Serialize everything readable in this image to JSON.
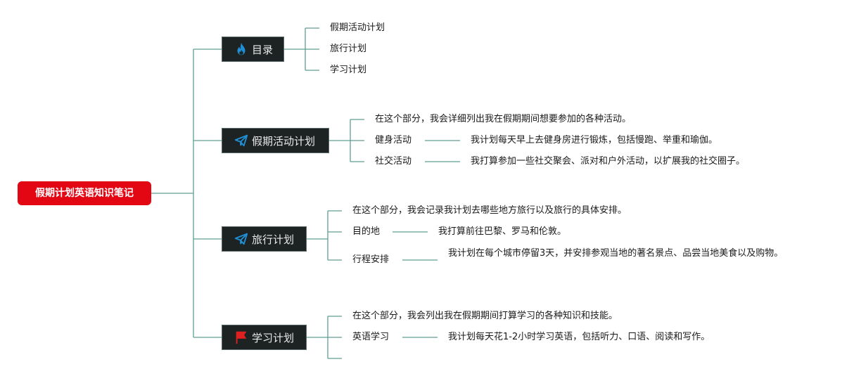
{
  "root": {
    "label": "假期计划英语知识笔记"
  },
  "topics": [
    {
      "label": "目录",
      "icon": "flame-icon",
      "items": [
        "假期活动计划",
        "旅行计划",
        "学习计划"
      ]
    },
    {
      "label": "假期活动计划",
      "icon": "paper-plane-icon",
      "intro": "在这个部分，我会详细列出我在假期期间想要参加的各种活动。",
      "items": [
        {
          "label": "健身活动",
          "detail": "我计划每天早上去健身房进行锻炼，包括慢跑、举重和瑜伽。"
        },
        {
          "label": "社交活动",
          "detail": "我打算参加一些社交聚会、派对和户外活动，以扩展我的社交圈子。"
        }
      ]
    },
    {
      "label": "旅行计划",
      "icon": "paper-plane-icon",
      "intro": "在这个部分，我会记录我计划去哪些地方旅行以及旅行的具体安排。",
      "items": [
        {
          "label": "目的地",
          "detail": "我打算前往巴黎、罗马和伦敦。"
        },
        {
          "label": "行程安排",
          "detail": "我计划在每个城市停留3天，并安排参观当地的著名景点、品尝当地美食以及购物。"
        }
      ]
    },
    {
      "label": "学习计划",
      "icon": "red-flag-icon",
      "intro": "在这个部分，我会列出我在假期期间打算学习的各种知识和技能。",
      "items": [
        {
          "label": "英语学习",
          "detail": "我计划每天花1-2小时学习英语，包括听力、口语、阅读和写作。"
        }
      ]
    }
  ],
  "colors": {
    "root": "#e30613",
    "topic_bg": "#1d2322",
    "line": "#5f9e92",
    "icon_blue": "#1f8fd6",
    "icon_red": "#e02020"
  }
}
